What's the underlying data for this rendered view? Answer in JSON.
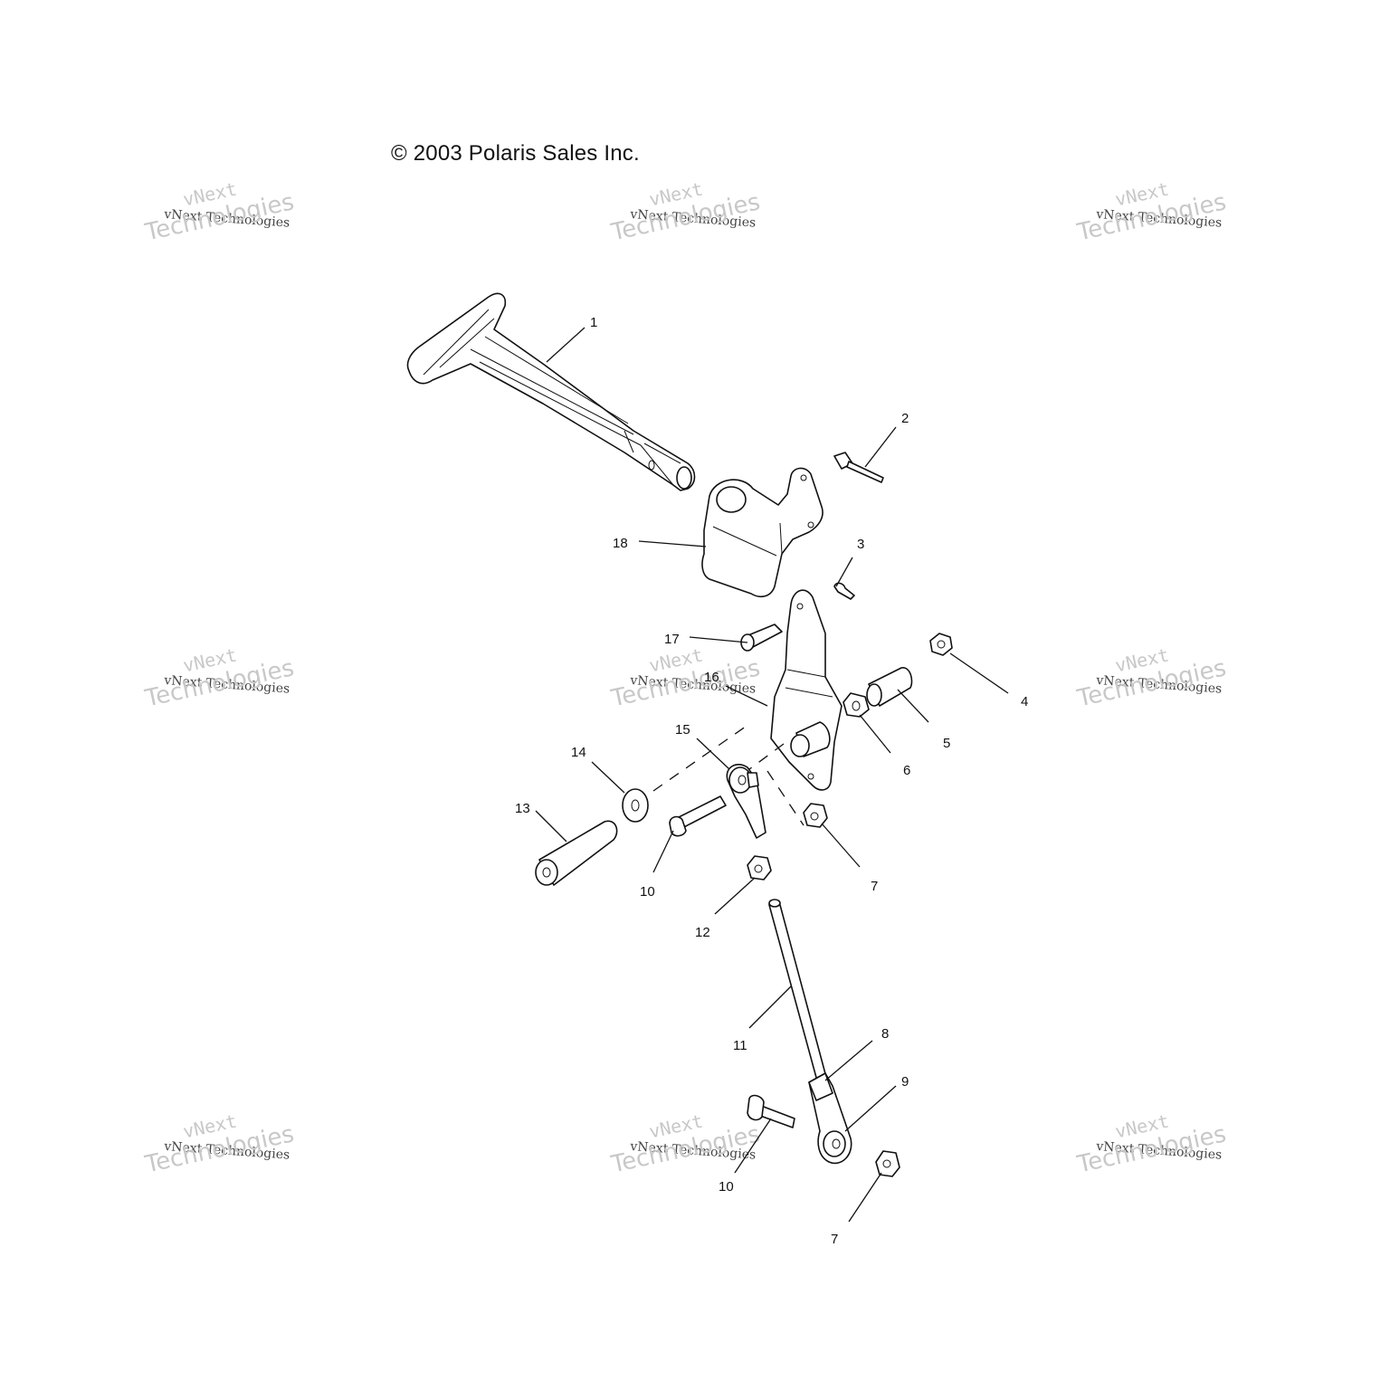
{
  "copyright": "© 2003 Polaris Sales Inc.",
  "watermark": {
    "line1": "vNext",
    "line2": "vNext Technologies",
    "line3": "Technologies"
  },
  "callouts": [
    "1",
    "2",
    "3",
    "4",
    "5",
    "6",
    "7",
    "7",
    "8",
    "9",
    "10",
    "10",
    "11",
    "12",
    "13",
    "14",
    "15",
    "16",
    "17",
    "18"
  ]
}
